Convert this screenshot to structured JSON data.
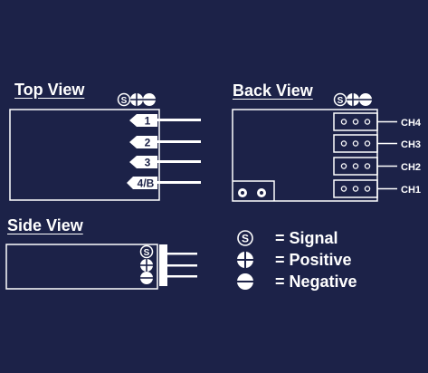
{
  "colors": {
    "background": "#1c2248",
    "line": "#ffffff",
    "fill": "#ffffff"
  },
  "top_view": {
    "title": "Top View",
    "pins": [
      "1",
      "2",
      "3",
      "4/B"
    ]
  },
  "back_view": {
    "title": "Back View",
    "channels": [
      "CH4",
      "CH3",
      "CH2",
      "CH1"
    ]
  },
  "side_view": {
    "title": "Side View"
  },
  "legend": {
    "signal_symbol": "S",
    "items": [
      {
        "icon": "signal-icon",
        "label": "= Signal"
      },
      {
        "icon": "positive-icon",
        "label": "= Positive"
      },
      {
        "icon": "negative-icon",
        "label": "= Negative"
      }
    ]
  }
}
